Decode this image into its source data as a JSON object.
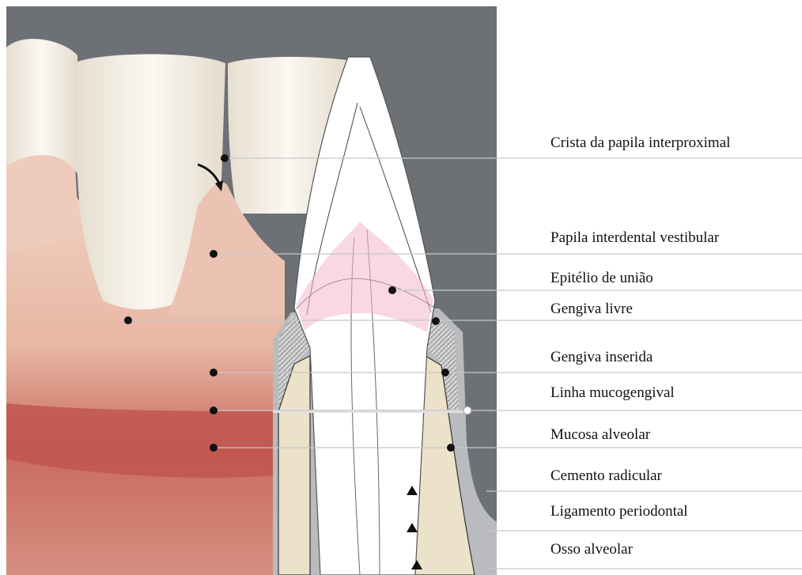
{
  "labels": [
    "Crista da papila interproximal",
    "Papila interdental vestibular",
    "Epitélio de união",
    "Gengiva livre",
    "Gengiva inserida",
    "Linha mucogengival",
    "Mucosa alveolar",
    "Cemento radicular",
    "Ligamento periodontal",
    "Osso alveolar"
  ],
  "colors": {
    "backdrop": "#6d7075",
    "enamel": "#f3eee4",
    "gingiva": "#e7b9a8",
    "mucosa": "#bf5a52",
    "bone": "#ece1c9",
    "pdl_gray": "#8e9096",
    "leader": "#c8c8c8"
  }
}
